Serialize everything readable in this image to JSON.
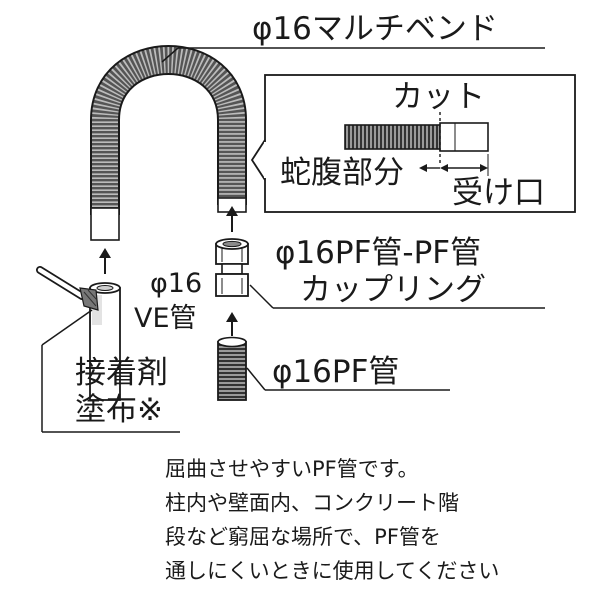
{
  "labels": {
    "multibend": "φ16マルチベンド",
    "cut": "カット",
    "bellows": "蛇腹部分",
    "receptacle": "受け口",
    "coupling_line1": "φ16PF管-PF管",
    "coupling_line2": "カップリング",
    "ve_line1": "φ16",
    "ve_line2": "VE管",
    "adhesive_line1": "接着剤",
    "adhesive_line2": "塗布※",
    "pf_pipe": "φ16PF管"
  },
  "description": [
    "屈曲させやすいPF管です。",
    "柱内や壁面内、コンクリート階",
    "段など窮屈な場所で、PF管を",
    "通しにくいときに使用してください"
  ],
  "colors": {
    "line": "#1a1a1a",
    "pipe_fill": "#8a8a8a",
    "corrugation": "#3a3a3a",
    "background": "#ffffff"
  }
}
